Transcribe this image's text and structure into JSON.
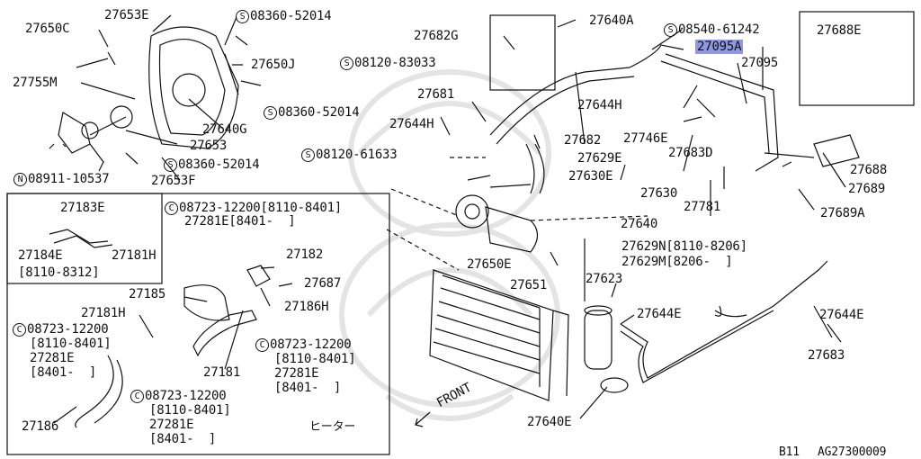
{
  "labels": {
    "p27650C": "27650C",
    "p27653E": "27653E",
    "s08360_52014a": "08360-52014",
    "p27650J": "27650J",
    "p27755M": "27755M",
    "s08360_52014b": "08360-52014",
    "p27640G": "27640G",
    "p27653": "27653",
    "s08360_52014c": "08360-52014",
    "n08911_10537": "08911-10537",
    "p27653F": "27653F",
    "p27682G": "27682G",
    "p27640A": "27640A",
    "s08540_61242": "08540-61242",
    "p27095A": "27095A",
    "p27095": "27095",
    "p27688E": "27688E",
    "s08120_83033": "08120-83033",
    "p27681": "27681",
    "p27644Ha": "27644H",
    "p27644Hb": "27644H",
    "p27682": "27682",
    "p27746E": "27746E",
    "p27683D": "27683D",
    "s08120_61633": "08120-61633",
    "p27629E": "27629E",
    "p27630E": "27630E",
    "p27630": "27630",
    "p27781": "27781",
    "p27688": "27688",
    "p27689": "27689",
    "p27689A": "27689A",
    "p27183E": "27183E",
    "p27184E": "27184E",
    "p27181H_box": "27181H",
    "range_8110_8312": "[8110-8312]",
    "c08723_12200_a": "08723-12200[8110-8401]",
    "p27281E_a": "27281E[8401-  ]",
    "p27182": "27182",
    "p27687": "27687",
    "p27186H": "27186H",
    "p27185": "27185",
    "p27181H": "27181H",
    "c08723_12200_b": "08723-12200",
    "range_b1": "[8110-8401]",
    "p27281E_b": "27281E",
    "range_b2": "[8401-  ]",
    "p27186": "27186",
    "p27181": "27181",
    "c08723_12200_c": "08723-12200",
    "range_c1": "[8110-8401]",
    "p27281E_c": "27281E",
    "range_c2": "[8401-  ]",
    "c08723_12200_d": "08723-12200",
    "range_d1": "[8110-8401]",
    "p27281E_d": "27281E",
    "range_d2": "[8401-  ]",
    "heater": "ヒーター",
    "p27640": "27640",
    "p27629N": "27629N[8110-8206]",
    "p27629M": "27629M[8206-  ]",
    "p27650E": "27650E",
    "p27651": "27651",
    "p27623": "27623",
    "p27644Ea": "27644E",
    "p27644Eb": "27644E",
    "p27683": "27683",
    "front": "FRONT",
    "p27640E": "27640E",
    "footer_model": "B11",
    "footer_code": "AG27300009"
  },
  "symbols": {
    "s": "S",
    "n": "N",
    "c": "C"
  },
  "colors": {
    "highlight": "#8f97e0",
    "ink": "#111111"
  }
}
